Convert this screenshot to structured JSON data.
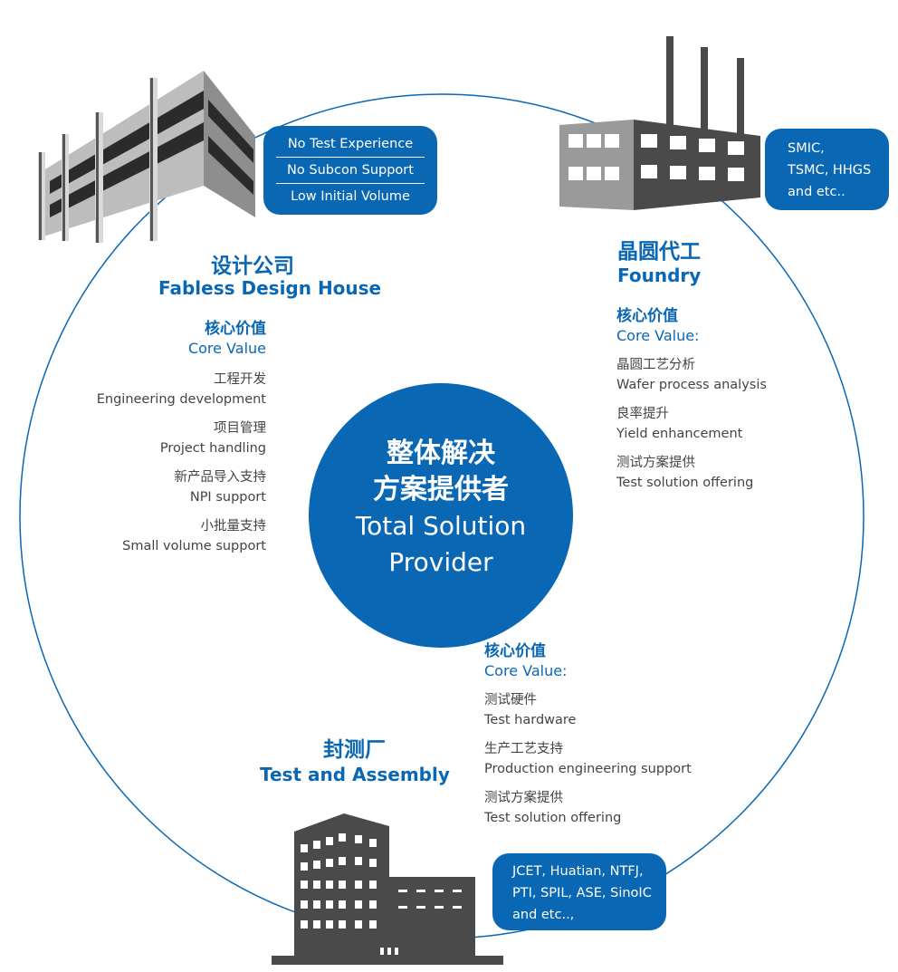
{
  "center": {
    "title_cn_1": "整体解决",
    "title_cn_2": "方案提供者",
    "title_en_1": "Total Solution",
    "title_en_2": "Provider"
  },
  "fabless": {
    "title_cn": "设计公司",
    "title_en": "Fabless Design House",
    "core_cn": "核心价值",
    "core_en": "Core Value",
    "items": [
      {
        "cn": "工程开发",
        "en": "Engineering development"
      },
      {
        "cn": "项目管理",
        "en": "Project handling"
      },
      {
        "cn": "新产品导入支持",
        "en": "NPI support"
      },
      {
        "cn": "小批量支持",
        "en": "Small volume support"
      }
    ],
    "box": [
      "No Test Experience",
      "No Subcon Support",
      "Low Initial Volume"
    ]
  },
  "foundry": {
    "title_cn": "晶圆代工",
    "title_en": "Foundry",
    "core_cn": "核心价值",
    "core_en": "Core Value:",
    "items": [
      {
        "cn": "晶圆工艺分析",
        "en": "Wafer process analysis"
      },
      {
        "cn": "良率提升",
        "en": "Yield enhancement"
      },
      {
        "cn": "测试方案提供",
        "en": "Test solution offering"
      }
    ],
    "box": [
      "SMIC,",
      "TSMC, HHGS",
      "and etc.."
    ]
  },
  "assembly": {
    "title_cn": "封测厂",
    "title_en": "Test and Assembly",
    "core_cn": "核心价值",
    "core_en": "Core Value:",
    "items": [
      {
        "cn": "测试硬件",
        "en": "Test hardware"
      },
      {
        "cn": "生产工艺支持",
        "en": "Production engineering support"
      },
      {
        "cn": "测试方案提供",
        "en": "Test solution offering"
      }
    ],
    "box": [
      "JCET, Huatian, NTFJ,",
      "PTI, SPIL, ASE, SinoIC",
      "and etc..,"
    ]
  },
  "colors": {
    "accent": "#0a67b3",
    "building_dark": "#4a4a4a",
    "building_light": "#9a9a9a"
  }
}
